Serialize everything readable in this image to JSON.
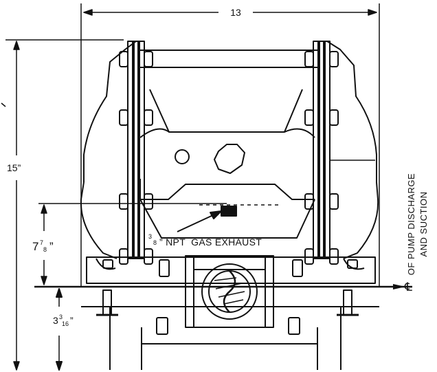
{
  "dimensions": {
    "width_label": "13",
    "height_label": "15”",
    "center_height": {
      "whole": "7",
      "num": "7",
      "den": "8",
      "unit": "”"
    },
    "base_height": {
      "whole": "3",
      "num": "3",
      "den": "16",
      "unit": "”"
    }
  },
  "callouts": {
    "exhaust": {
      "num": "3",
      "den": "8",
      "text": "” NPT  GAS EXHAUST"
    },
    "centerline_symbol": "℄"
  },
  "side_label": {
    "line1": "OF PUMP DISCHARGE",
    "line2": "AND SUCTION"
  }
}
